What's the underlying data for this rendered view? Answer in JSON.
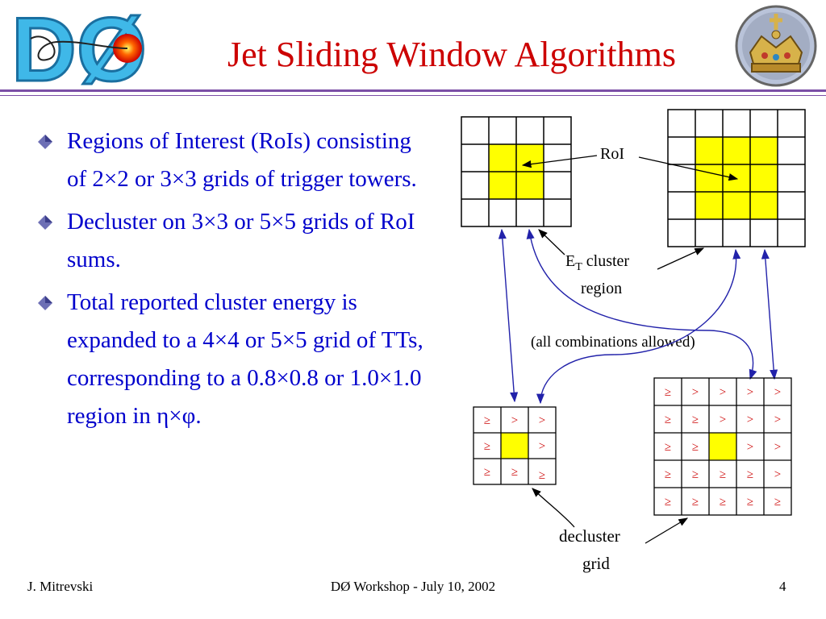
{
  "header": {
    "title": "Jet Sliding Window Algorithms",
    "logo_text": "DØ"
  },
  "bullets": [
    "Regions of Interest (RoIs) consisting of 2×2 or 3×3 grids of trigger towers.",
    "Decluster on 3×3 or 5×5 grids of RoI sums.",
    "Total reported cluster energy is expanded to a 4×4 or 5×5 grid of TTs, corresponding to a 0.8×0.8 or 1.0×1.0 region in η×φ."
  ],
  "diagram": {
    "roi_label": "RoI",
    "et_label_main": "E",
    "et_label_sub": "T",
    "et_label_rest": " cluster",
    "et_label_line2": "region",
    "combinations_label": "(all combinations allowed)",
    "decluster_label_line1": "decluster",
    "decluster_label_line2": "grid",
    "small_grid_cells": [
      [
        "≥",
        ">",
        ">"
      ],
      [
        "≥",
        "",
        ">"
      ],
      [
        "≥",
        "≥",
        "≥"
      ]
    ],
    "large_grid_cells": [
      [
        "≥",
        ">",
        ">",
        ">",
        ">"
      ],
      [
        "≥",
        "≥",
        ">",
        ">",
        ">"
      ],
      [
        "≥",
        "≥",
        "",
        ">",
        ">"
      ],
      [
        "≥",
        "≥",
        "≥",
        "≥",
        ">"
      ],
      [
        "≥",
        "≥",
        "≥",
        "≥",
        "≥"
      ]
    ],
    "colors": {
      "highlight": "#ffff00",
      "arrow": "#2222aa",
      "cell_text": "#cc0000"
    }
  },
  "footer": {
    "author": "J. Mitrevski",
    "event": "DØ Workshop - July 10, 2002",
    "page": "4"
  }
}
